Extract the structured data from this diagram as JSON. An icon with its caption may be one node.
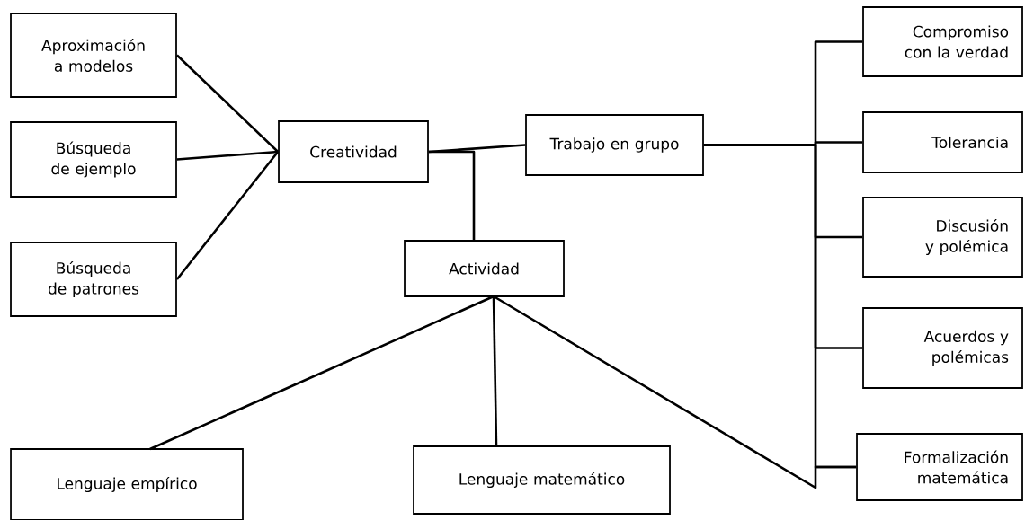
{
  "diagram": {
    "nodes": [
      {
        "text": [
          "Aproximación a modelos"
        ]
      },
      {
        "text": [
          "Búsqueda de ejemplo"
        ]
      },
      {
        "text": [
          "Búsqueda de patrones"
        ]
      },
      {
        "text": [
          "Creatividad"
        ]
      },
      {
        "text": [
          "Trabajo en grupo"
        ]
      },
      {
        "text": [
          "Actividad"
        ]
      },
      {
        "text": [
          "Lenguaje empírico"
        ]
      },
      {
        "text": [
          "Lenguaje matemático"
        ]
      },
      {
        "text": [
          "Compromiso con la verdad"
        ]
      },
      {
        "text": [
          "Tolerancia"
        ]
      },
      {
        "text": [
          "Discusión y polémica"
        ]
      },
      {
        "text": [
          "Acuerdos y polémicas"
        ]
      },
      {
        "text": [
          "Formalización matemática"
        ]
      }
    ],
    "edges": [
      {
        "from": 0,
        "to": 3,
        "arrow": "none"
      },
      {
        "from": 1,
        "to": 3,
        "arrow": "none"
      },
      {
        "from": 2,
        "to": 3,
        "arrow": "none"
      },
      {
        "from": 3,
        "to": 4,
        "arrow": "none"
      },
      {
        "from": 3,
        "to": 5,
        "arrow": "none"
      },
      {
        "from": 5,
        "to": 6,
        "arrow": "none"
      },
      {
        "from": 5,
        "to": 7,
        "arrow": "none"
      },
      {
        "from": 5,
        "to": 12,
        "arrow": "none"
      },
      {
        "from": 4,
        "to": 8,
        "arrow": "none"
      },
      {
        "from": 4,
        "to": 9,
        "arrow": "none"
      },
      {
        "from": 4,
        "to": 10,
        "arrow": "none"
      },
      {
        "from": 4,
        "to": 11,
        "arrow": "none"
      },
      {
        "from": 4,
        "to": 12,
        "arrow": "none"
      }
    ]
  }
}
